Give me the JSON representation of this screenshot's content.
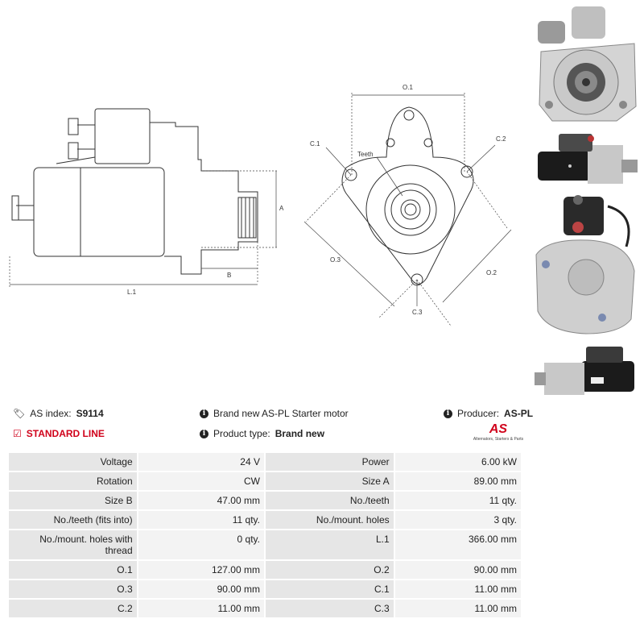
{
  "drawing": {
    "left_labels": {
      "a": "A",
      "b": "B",
      "l1": "L.1"
    },
    "right_labels": {
      "o1": "O.1",
      "o2": "O.2",
      "o3": "O.3",
      "c1": "C.1",
      "c2": "C.2",
      "c3": "C.3",
      "teeth": "Teeth"
    }
  },
  "info": {
    "as_index_label": "AS index:",
    "as_index_value": "S9114",
    "standard_line": "STANDARD LINE",
    "description": "Brand new AS-PL Starter motor",
    "product_type_label": "Product type:",
    "product_type_value": "Brand new",
    "producer_label": "Producer:",
    "producer_value": "AS-PL",
    "logo_text": "AS",
    "logo_tagline": "Alternators, Starters & Parts"
  },
  "colors": {
    "accent": "#d0021b",
    "label_cell": "#e6e6e6",
    "value_cell": "#f3f3f3"
  },
  "specs": [
    [
      {
        "label": "Voltage",
        "value": "24 V"
      },
      {
        "label": "Power",
        "value": "6.00 kW"
      }
    ],
    [
      {
        "label": "Rotation",
        "value": "CW"
      },
      {
        "label": "Size A",
        "value": "89.00 mm"
      }
    ],
    [
      {
        "label": "Size B",
        "value": "47.00 mm"
      },
      {
        "label": "No./teeth",
        "value": "11 qty."
      }
    ],
    [
      {
        "label": "No./teeth (fits into)",
        "value": "11 qty."
      },
      {
        "label": "No./mount. holes",
        "value": "3 qty."
      }
    ],
    [
      {
        "label": "No./mount. holes with thread",
        "value": "0 qty."
      },
      {
        "label": "L.1",
        "value": "366.00 mm"
      }
    ],
    [
      {
        "label": "O.1",
        "value": "127.00 mm"
      },
      {
        "label": "O.2",
        "value": "90.00 mm"
      }
    ],
    [
      {
        "label": "O.3",
        "value": "90.00 mm"
      },
      {
        "label": "C.1",
        "value": "11.00 mm"
      }
    ],
    [
      {
        "label": "C.2",
        "value": "11.00 mm"
      },
      {
        "label": "C.3",
        "value": "11.00 mm"
      }
    ]
  ]
}
